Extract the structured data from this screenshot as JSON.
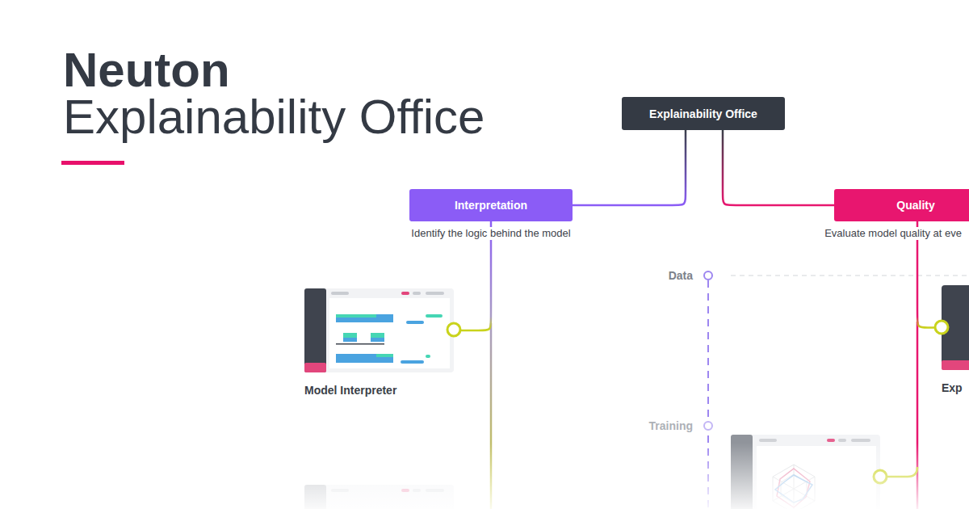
{
  "diagram": {
    "title": "Neuton Explainability Office",
    "nodes": [
      {
        "text": [
          "Explainability Office"
        ]
      },
      {
        "text": [
          "Interpretation",
          "Identify the logic behind the model"
        ]
      },
      {
        "text": [
          "Quality",
          "Evaluate model quality at eve"
        ]
      },
      {
        "text": [
          "Model Interpreter"
        ]
      },
      {
        "text": [
          "Exp"
        ]
      }
    ],
    "edges": [
      {
        "from": 0,
        "to": 1,
        "arrow": "none"
      },
      {
        "from": 0,
        "to": 2,
        "arrow": "none"
      },
      {
        "from": 1,
        "to": 3,
        "arrow": "none"
      },
      {
        "from": 2,
        "to": 4,
        "arrow": "none"
      }
    ],
    "labels": [
      "Data",
      "Training"
    ]
  }
}
